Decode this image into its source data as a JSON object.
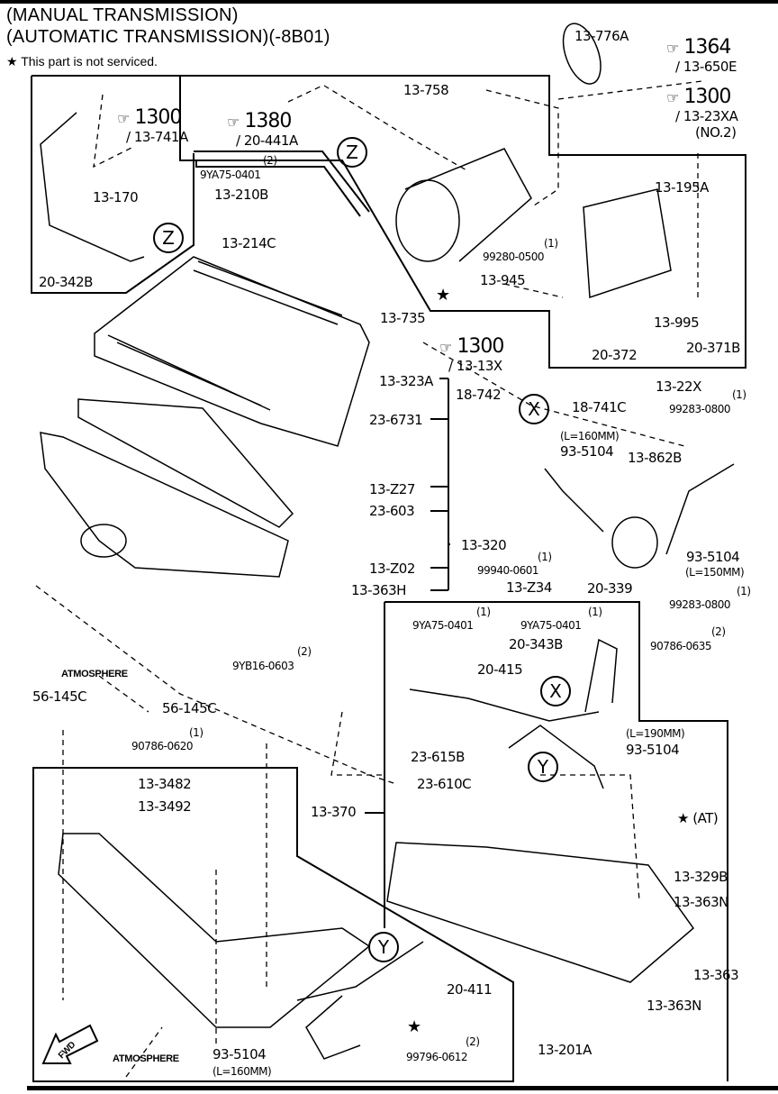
{
  "header": {
    "line1": "(MANUAL TRANSMISSION)",
    "line2": "(AUTOMATIC TRANSMISSION)(-8B01)",
    "note_star": "★",
    "note": "This part is not serviced."
  },
  "references": [
    {
      "id": "ref-1300-a",
      "page": "1300",
      "part": "/ 13-741A"
    },
    {
      "id": "ref-1380",
      "page": "1380",
      "part": "/ 20-441A"
    },
    {
      "id": "ref-1364",
      "page": "1364",
      "part": "/ 13-650E"
    },
    {
      "id": "ref-1300-b",
      "page": "1300",
      "part": "/ 13-23XA",
      "extra": "(NO.2)"
    },
    {
      "id": "ref-1300-c",
      "page": "1300",
      "part": "/ 13-13X"
    }
  ],
  "connectors": {
    "z": "Z",
    "x": "X",
    "y": "Y"
  },
  "labels": {
    "p13_170": "13-170",
    "p20_342B": "20-342B",
    "p13_758": "13-758",
    "p13_776A": "13-776A",
    "q9YA75_top": "(2)",
    "p9YA75_top": "9YA75-0401",
    "p13_210B": "13-210B",
    "p13_214C": "13-214C",
    "p13_195A": "13-195A",
    "q99280": "(1)",
    "p99280": "99280-0500",
    "p13_945": "13-945",
    "p13_995": "13-995",
    "p20_372": "20-372",
    "p20_371B": "20-371B",
    "p13_735": "13-735",
    "p13_323A": "13-323A",
    "p13_22X": "13-22X",
    "q99283_a": "(1)",
    "p99283_a": "99283-0800",
    "p18_742": "18-742",
    "p18_741C": "18-741C",
    "len160_a": "(L=160MM)",
    "p93_5104_a": "93-5104",
    "p13_862B": "13-862B",
    "p23_6731": "23-6731",
    "p13_Z27": "13-Z27",
    "p23_603": "23-603",
    "p13_320": "13-320",
    "q99940": "(1)",
    "p99940": "99940-0601",
    "p13_Z02": "13-Z02",
    "p13_Z34": "13-Z34",
    "p13_363H": "13-363H",
    "p20_339": "20-339",
    "p93_5104_b": "93-5104",
    "len150": "(L=150MM)",
    "q99283_b": "(1)",
    "p99283_b": "99283-0800",
    "q9YA75_l": "(1)",
    "p9YA75_l": "9YA75-0401",
    "q9YA75_r": "(1)",
    "p9YA75_r": "9YA75-0401",
    "p20_343B": "20-343B",
    "p20_415": "20-415",
    "q90786_0635": "(2)",
    "p90786_0635": "90786-0635",
    "atmosphere_top": "ATMOSPHERE",
    "q9YB16": "(2)",
    "p9YB16": "9YB16-0603",
    "p56_145C_l": "56-145C",
    "p56_145C_r": "56-145C",
    "q90786_0620": "(1)",
    "p90786_0620": "90786-0620",
    "len190": "(L=190MM)",
    "p93_5104_c": "93-5104",
    "p23_615B": "23-615B",
    "p23_610C": "23-610C",
    "p13_3482": "13-3482",
    "p13_3492": "13-3492",
    "p13_370": "13-370",
    "star_at": "★ (AT)",
    "p13_329B": "13-329B",
    "p13_363N_a": "13-363N",
    "p13_363": "13-363",
    "p13_363N_b": "13-363N",
    "p20_411": "20-411",
    "star_valve": "★",
    "star_duct": "★",
    "atmosphere_bottom": "ATMOSPHERE",
    "p93_5104_d": "93-5104",
    "len160_b": "(L=160MM)",
    "q99796": "(2)",
    "p99796": "99796-0612",
    "p13_201A": "13-201A",
    "fwd": "FWD"
  }
}
